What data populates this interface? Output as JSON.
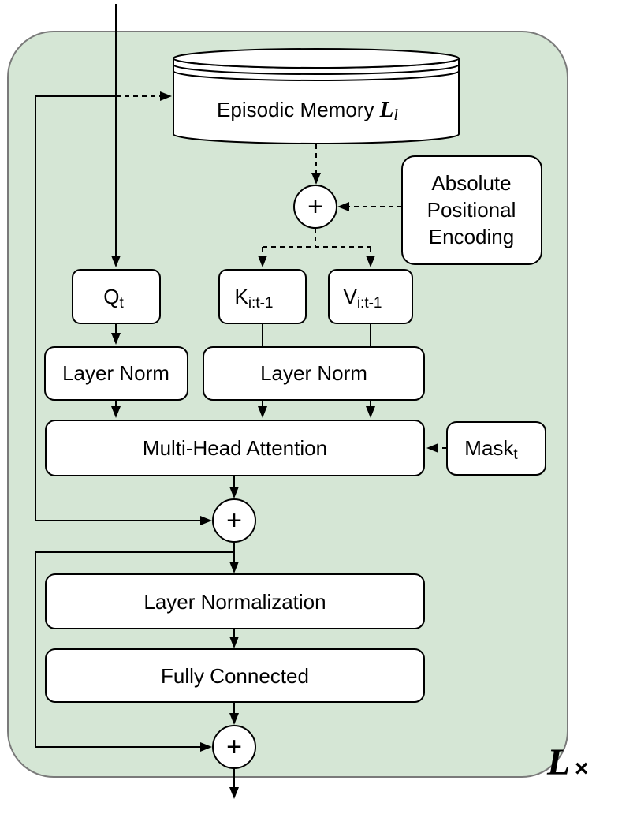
{
  "colors": {
    "panel_fill": "#d5e6d5",
    "panel_stroke": "#7a7a7a",
    "node_fill": "#ffffff",
    "node_stroke": "#000000",
    "edge_color": "#000000",
    "text_color": "#000000",
    "background": "#ffffff"
  },
  "nodes": {
    "memory": {
      "label": "Episodic Memory ",
      "var": "L",
      "var_sub": "l"
    },
    "ape": {
      "line1": "Absolute",
      "line2": "Positional",
      "line3": "Encoding"
    },
    "plus": "+",
    "q": {
      "base": "Q",
      "sub": "t"
    },
    "k": {
      "base": "K",
      "sub": "i:t-1"
    },
    "v": {
      "base": "V",
      "sub": "i:t-1"
    },
    "layer_norm_q": "Layer Norm",
    "layer_norm_kv": "Layer Norm",
    "mha": "Multi-Head Attention",
    "mask": {
      "base": "Mask",
      "sub": "t"
    },
    "layer_norm_out": "Layer Normalization",
    "fully_connected": "Fully Connected",
    "repeat": {
      "base": "L",
      "times": "×"
    }
  }
}
